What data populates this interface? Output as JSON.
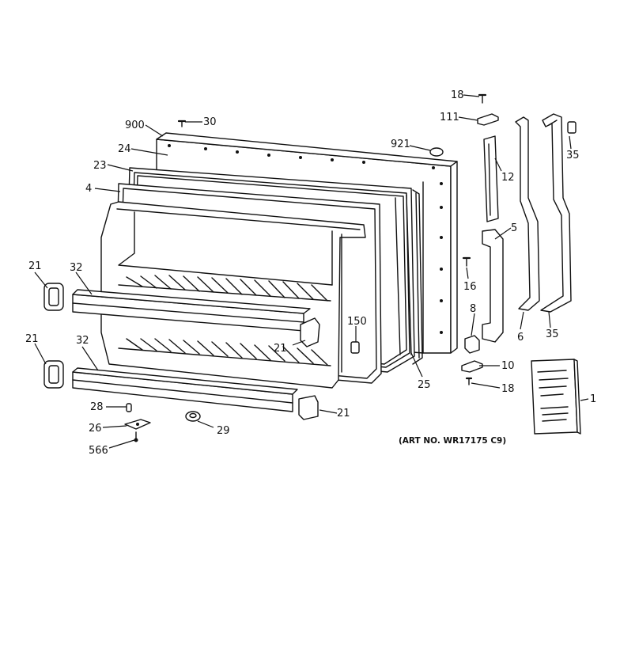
{
  "callouts": {
    "c18a": "18",
    "c111": "111",
    "c900": "900",
    "c30": "30",
    "c921": "921",
    "c24": "24",
    "c23": "23",
    "c4": "4",
    "c12": "12",
    "c35a": "35",
    "c5": "5",
    "c16": "16",
    "c21a": "21",
    "c32a": "32",
    "c8": "8",
    "c6": "6",
    "c35b": "35",
    "c150": "150",
    "c21b": "21",
    "c21c": "21",
    "c32b": "32",
    "c10": "10",
    "c25": "25",
    "c18b": "18",
    "c1": "1",
    "c28": "28",
    "c21d": "21",
    "c26": "26",
    "c29": "29",
    "c566": "566"
  },
  "art_number": "(ART NO. WR17175 C9)"
}
